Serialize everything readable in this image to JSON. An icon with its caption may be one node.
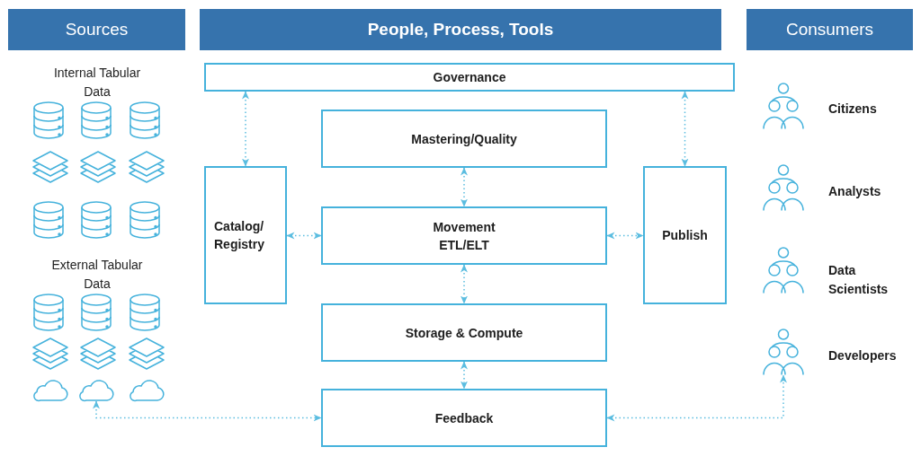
{
  "diagram": {
    "nodes": [
      {
        "text": [
          "Sources"
        ]
      },
      {
        "text": [
          "People, Process, Tools"
        ]
      },
      {
        "text": [
          "Consumers"
        ]
      },
      {
        "text": [
          "Governance"
        ]
      },
      {
        "text": [
          "Mastering/Quality"
        ]
      },
      {
        "text": [
          "Catalog/ Registry"
        ]
      },
      {
        "text": [
          "Movement ETL/ELT"
        ]
      },
      {
        "text": [
          "Publish"
        ]
      },
      {
        "text": [
          "Storage & Compute"
        ]
      },
      {
        "text": [
          "Feedback"
        ]
      },
      {
        "text": [],
        "shape": "cloud"
      },
      {
        "text": [],
        "shape": "person",
        "beside": [
          "Developers"
        ]
      }
    ],
    "edges": [
      {
        "from": 3,
        "to": 5,
        "arrow": "both",
        "style": "dashed"
      },
      {
        "from": 3,
        "to": 7,
        "arrow": "both",
        "style": "dashed"
      },
      {
        "from": 4,
        "to": 6,
        "arrow": "both",
        "style": "dashed"
      },
      {
        "from": 5,
        "to": 6,
        "arrow": "both",
        "style": "dashed"
      },
      {
        "from": 6,
        "to": 7,
        "arrow": "both",
        "style": "dashed"
      },
      {
        "from": 6,
        "to": 8,
        "arrow": "both",
        "style": "dashed"
      },
      {
        "from": 8,
        "to": 9,
        "arrow": "both",
        "style": "dashed"
      },
      {
        "from": 10,
        "to": 9,
        "arrow": "both",
        "style": "dashed"
      },
      {
        "from": 9,
        "to": 11,
        "arrow": "both",
        "style": "dashed"
      }
    ],
    "labels": [
      "Internal Tabular Data",
      "External Tabular Data",
      "Citizens",
      "Analysts",
      "Data Scientists"
    ]
  }
}
